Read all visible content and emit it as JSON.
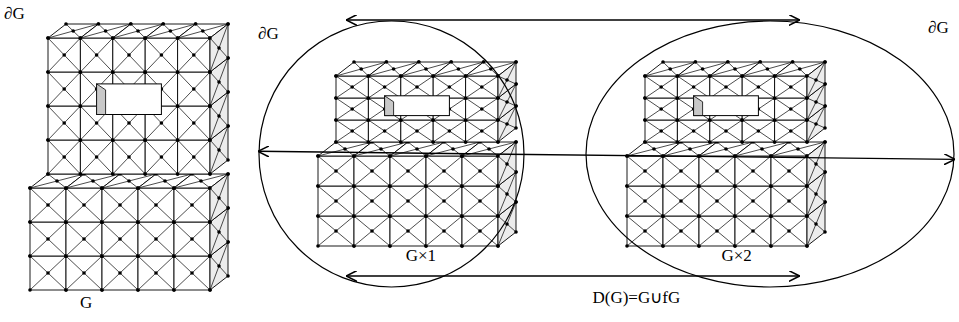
{
  "diagram": {
    "nodes": [
      {
        "text": [
          "G×1"
        ]
      },
      {
        "text": [
          "G×2"
        ]
      }
    ],
    "edges": [
      {
        "from": 0,
        "to": 1,
        "arrow": "both"
      },
      {
        "from": 0,
        "to": 1,
        "arrow": "both"
      },
      {
        "from": 0,
        "to": 1,
        "arrow": "both",
        "label": "D(G)=G∪fG"
      }
    ],
    "labels": [
      "∂G",
      "G",
      "∂G",
      "∂G"
    ]
  }
}
